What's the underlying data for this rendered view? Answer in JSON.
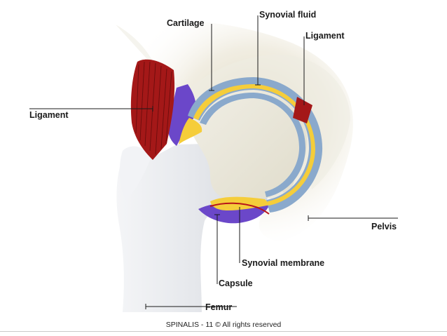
{
  "labels": {
    "cartilage": "Cartilage",
    "synovial_fluid": "Synovial fluid",
    "ligament_right": "Ligament",
    "ligament_left": "Ligament",
    "pelvis": "Pelvis",
    "synovial_membrane": "Synovial membrane",
    "capsule": "Capsule",
    "femur": "Femur"
  },
  "footer": "SPINALIS - 11 © All rights reserved",
  "colors": {
    "cartilage": "#8aa9cc",
    "synovial_fluid": "#f5cd3a",
    "ligament": "#a41818",
    "capsule": "#6b47c9",
    "bone": "#e9ebee",
    "pelvis_shade": "#e8e3cf"
  }
}
